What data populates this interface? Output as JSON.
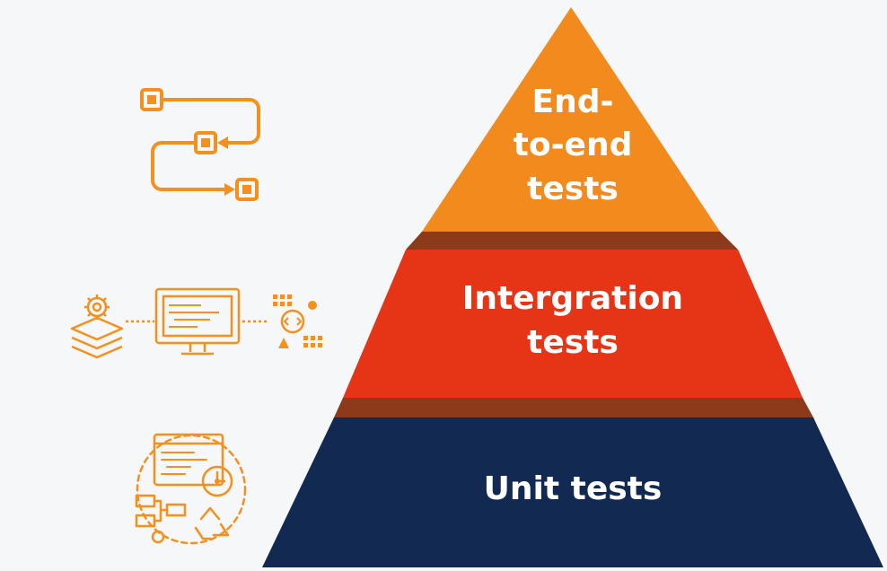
{
  "pyramid": {
    "top": {
      "line1": "End-",
      "line2": "to-end",
      "line3": "tests",
      "color": "#f38a1e"
    },
    "middle": {
      "line1": "Intergration",
      "line2": "tests",
      "color": "#e63416"
    },
    "bottom": {
      "line1": "Unit tests",
      "color": "#122a52"
    },
    "connector_color": "#8c3a1a"
  },
  "icons": {
    "top": "workflow-icon",
    "middle": "integration-pipeline-icon",
    "bottom": "unit-test-cycle-icon",
    "color": "#f5901e"
  }
}
